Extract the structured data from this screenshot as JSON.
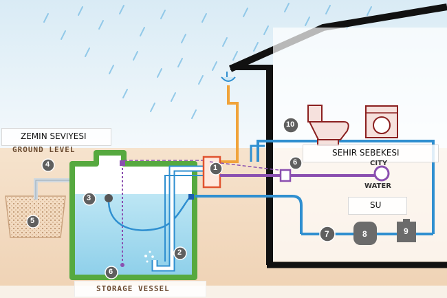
{
  "labels": {
    "zemin_seviyesi": "ZEMIN SEVIYESI",
    "ground_level": "GROUND LEVEL",
    "sehir_sebekesi": "SEHIR SEBEKESI",
    "city": "CITY",
    "water": "WATER",
    "su": "SU",
    "storage_vessel": "STORAGE VESSEL"
  },
  "markers": [
    "1",
    "2",
    "3",
    "4",
    "5",
    "6",
    "6",
    "7",
    "8",
    "9",
    "10"
  ],
  "colors": {
    "sky": "#eaf3f8",
    "ground": "#f3dcc3",
    "tank_border": "#56a93f",
    "tank_water": "#aee0f0",
    "house_outline": "#111111",
    "pipe_blue": "#2f8fd0",
    "pipe_orange": "#f0a33a",
    "pipe_purple": "#8a4fb0",
    "pipe_red_box": "#e0532f",
    "marker_fill": "#5f5f5f"
  },
  "icons": [
    "rain-drops",
    "toilet-icon",
    "washing-machine-icon",
    "float-ball-icon",
    "soakaway-pit",
    "filter-box",
    "pump-icon",
    "expansion-tank-icon",
    "control-unit-icon"
  ]
}
